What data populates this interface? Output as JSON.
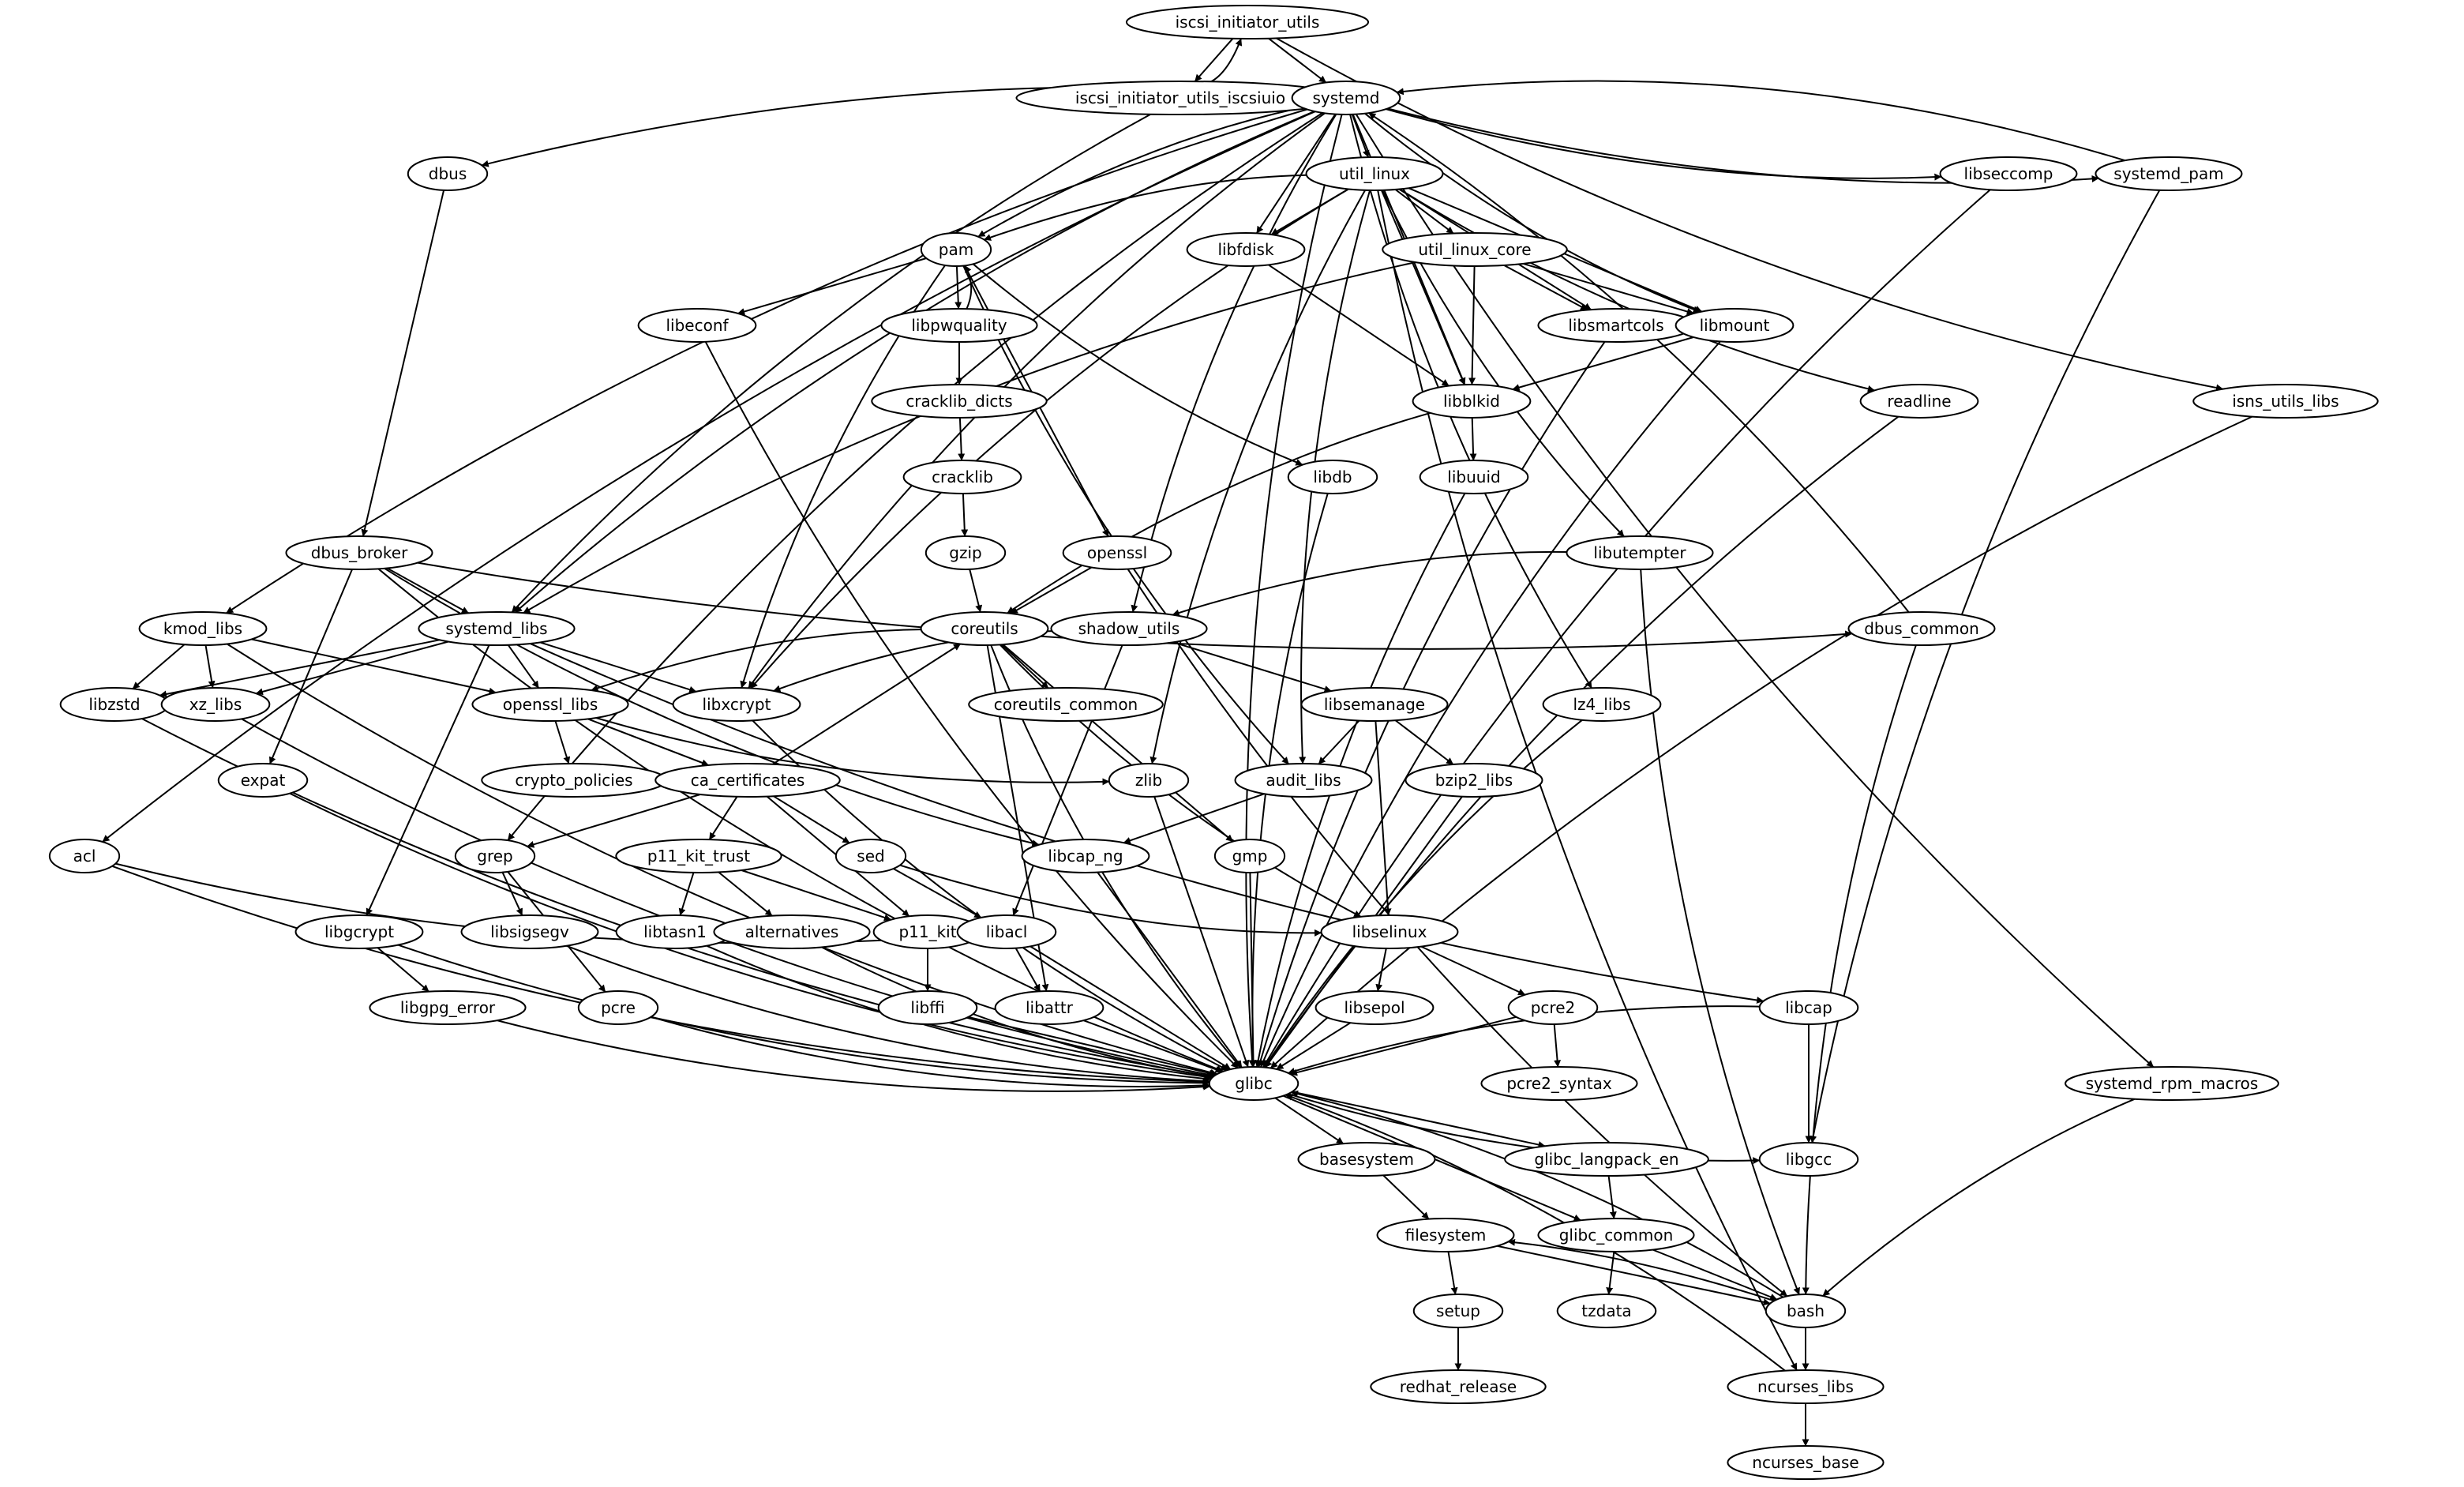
{
  "diagram": {
    "type": "dependency-graph",
    "nodes": [
      {
        "id": "iscsi_initiator_utils",
        "label": "iscsi_initiator_utils"
      },
      {
        "id": "iscsi_initiator_utils_iscsiuio",
        "label": "iscsi_initiator_utils_iscsiuio"
      },
      {
        "id": "systemd",
        "label": "systemd"
      },
      {
        "id": "dbus",
        "label": "dbus"
      },
      {
        "id": "util_linux",
        "label": "util_linux"
      },
      {
        "id": "libseccomp",
        "label": "libseccomp"
      },
      {
        "id": "systemd_pam",
        "label": "systemd_pam"
      },
      {
        "id": "pam",
        "label": "pam"
      },
      {
        "id": "libfdisk",
        "label": "libfdisk"
      },
      {
        "id": "util_linux_core",
        "label": "util_linux_core"
      },
      {
        "id": "libeconf",
        "label": "libeconf"
      },
      {
        "id": "libpwquality",
        "label": "libpwquality"
      },
      {
        "id": "libsmartcols",
        "label": "libsmartcols"
      },
      {
        "id": "libmount",
        "label": "libmount"
      },
      {
        "id": "readline",
        "label": "readline"
      },
      {
        "id": "isns_utils_libs",
        "label": "isns_utils_libs"
      },
      {
        "id": "cracklib_dicts",
        "label": "cracklib_dicts"
      },
      {
        "id": "libblkid",
        "label": "libblkid"
      },
      {
        "id": "cracklib",
        "label": "cracklib"
      },
      {
        "id": "libdb",
        "label": "libdb"
      },
      {
        "id": "libuuid",
        "label": "libuuid"
      },
      {
        "id": "gzip",
        "label": "gzip"
      },
      {
        "id": "openssl",
        "label": "openssl"
      },
      {
        "id": "dbus_broker",
        "label": "dbus_broker"
      },
      {
        "id": "libutempter",
        "label": "libutempter"
      },
      {
        "id": "kmod_libs",
        "label": "kmod_libs"
      },
      {
        "id": "systemd_libs",
        "label": "systemd_libs"
      },
      {
        "id": "coreutils",
        "label": "coreutils"
      },
      {
        "id": "shadow_utils",
        "label": "shadow_utils"
      },
      {
        "id": "dbus_common",
        "label": "dbus_common"
      },
      {
        "id": "libzstd",
        "label": "libzstd"
      },
      {
        "id": "xz_libs",
        "label": "xz_libs"
      },
      {
        "id": "openssl_libs",
        "label": "openssl_libs"
      },
      {
        "id": "libxcrypt",
        "label": "libxcrypt"
      },
      {
        "id": "coreutils_common",
        "label": "coreutils_common"
      },
      {
        "id": "libsemanage",
        "label": "libsemanage"
      },
      {
        "id": "lz4_libs",
        "label": "lz4_libs"
      },
      {
        "id": "expat",
        "label": "expat"
      },
      {
        "id": "crypto_policies",
        "label": "crypto_policies"
      },
      {
        "id": "ca_certificates",
        "label": "ca_certificates"
      },
      {
        "id": "zlib",
        "label": "zlib"
      },
      {
        "id": "audit_libs",
        "label": "audit_libs"
      },
      {
        "id": "bzip2_libs",
        "label": "bzip2_libs"
      },
      {
        "id": "acl",
        "label": "acl"
      },
      {
        "id": "grep",
        "label": "grep"
      },
      {
        "id": "p11_kit_trust",
        "label": "p11_kit_trust"
      },
      {
        "id": "sed",
        "label": "sed"
      },
      {
        "id": "libcap_ng",
        "label": "libcap_ng"
      },
      {
        "id": "gmp",
        "label": "gmp"
      },
      {
        "id": "libgcrypt",
        "label": "libgcrypt"
      },
      {
        "id": "libsigsegv",
        "label": "libsigsegv"
      },
      {
        "id": "libtasn1",
        "label": "libtasn1"
      },
      {
        "id": "alternatives",
        "label": "alternatives"
      },
      {
        "id": "p11_kit",
        "label": "p11_kit"
      },
      {
        "id": "libacl",
        "label": "libacl"
      },
      {
        "id": "libselinux",
        "label": "libselinux"
      },
      {
        "id": "libgpg_error",
        "label": "libgpg_error"
      },
      {
        "id": "pcre",
        "label": "pcre"
      },
      {
        "id": "libffi",
        "label": "libffi"
      },
      {
        "id": "libattr",
        "label": "libattr"
      },
      {
        "id": "libsepol",
        "label": "libsepol"
      },
      {
        "id": "pcre2",
        "label": "pcre2"
      },
      {
        "id": "libcap",
        "label": "libcap"
      },
      {
        "id": "glibc",
        "label": "glibc"
      },
      {
        "id": "pcre2_syntax",
        "label": "pcre2_syntax"
      },
      {
        "id": "systemd_rpm_macros",
        "label": "systemd_rpm_macros"
      },
      {
        "id": "basesystem",
        "label": "basesystem"
      },
      {
        "id": "glibc_langpack_en",
        "label": "glibc_langpack_en"
      },
      {
        "id": "libgcc",
        "label": "libgcc"
      },
      {
        "id": "filesystem",
        "label": "filesystem"
      },
      {
        "id": "glibc_common",
        "label": "glibc_common"
      },
      {
        "id": "setup",
        "label": "setup"
      },
      {
        "id": "tzdata",
        "label": "tzdata"
      },
      {
        "id": "bash",
        "label": "bash"
      },
      {
        "id": "redhat_release",
        "label": "redhat_release"
      },
      {
        "id": "ncurses_libs",
        "label": "ncurses_libs"
      },
      {
        "id": "ncurses_base",
        "label": "ncurses_base"
      }
    ],
    "edges": [
      [
        "iscsi_initiator_utils",
        "systemd"
      ],
      [
        "iscsi_initiator_utils",
        "iscsi_initiator_utils_iscsiuio"
      ],
      [
        "iscsi_initiator_utils",
        "isns_utils_libs"
      ],
      [
        "iscsi_initiator_utils_iscsiuio",
        "iscsi_initiator_utils"
      ],
      [
        "iscsi_initiator_utils_iscsiuio",
        "systemd_libs"
      ],
      [
        "systemd",
        "dbus"
      ],
      [
        "systemd",
        "util_linux"
      ],
      [
        "systemd",
        "libseccomp"
      ],
      [
        "systemd",
        "systemd_pam"
      ],
      [
        "systemd",
        "pam"
      ],
      [
        "systemd",
        "libfdisk"
      ],
      [
        "systemd",
        "libmount"
      ],
      [
        "systemd",
        "libblkid"
      ],
      [
        "systemd",
        "kmod_libs"
      ],
      [
        "systemd",
        "systemd_libs"
      ],
      [
        "systemd",
        "shadow_utils"
      ],
      [
        "systemd",
        "libxcrypt"
      ],
      [
        "systemd",
        "lz4_libs"
      ],
      [
        "systemd",
        "acl"
      ],
      [
        "systemd",
        "grep"
      ],
      [
        "systemd",
        "systemd_rpm_macros"
      ],
      [
        "systemd",
        "glibc"
      ],
      [
        "systemd_pam",
        "systemd"
      ],
      [
        "systemd_pam",
        "libgcc"
      ],
      [
        "dbus",
        "dbus_broker"
      ],
      [
        "util_linux",
        "pam"
      ],
      [
        "util_linux",
        "libfdisk"
      ],
      [
        "util_linux",
        "util_linux_core"
      ],
      [
        "util_linux",
        "libsmartcols"
      ],
      [
        "util_linux",
        "libmount"
      ],
      [
        "util_linux",
        "readline"
      ],
      [
        "util_linux",
        "libblkid"
      ],
      [
        "util_linux",
        "libutempter"
      ],
      [
        "util_linux",
        "audit_libs"
      ],
      [
        "util_linux",
        "zlib"
      ],
      [
        "util_linux",
        "libxcrypt"
      ],
      [
        "util_linux",
        "ncurses_libs"
      ],
      [
        "util_linux_core",
        "libsmartcols"
      ],
      [
        "util_linux_core",
        "libmount"
      ],
      [
        "util_linux_core",
        "libblkid"
      ],
      [
        "util_linux_core",
        "systemd_libs"
      ],
      [
        "pam",
        "libeconf"
      ],
      [
        "pam",
        "libpwquality"
      ],
      [
        "pam",
        "libdb"
      ],
      [
        "pam",
        "openssl"
      ],
      [
        "pam",
        "libxcrypt"
      ],
      [
        "pam",
        "audit_libs"
      ],
      [
        "libpwquality",
        "pam"
      ],
      [
        "libpwquality",
        "cracklib_dicts"
      ],
      [
        "cracklib_dicts",
        "cracklib"
      ],
      [
        "cracklib",
        "gzip"
      ],
      [
        "gzip",
        "coreutils"
      ],
      [
        "libfdisk",
        "libblkid"
      ],
      [
        "libmount",
        "libblkid"
      ],
      [
        "libmount",
        "glibc"
      ],
      [
        "libblkid",
        "libuuid"
      ],
      [
        "libblkid",
        "coreutils"
      ],
      [
        "libsmartcols",
        "glibc"
      ],
      [
        "libuuid",
        "glibc"
      ],
      [
        "readline",
        "glibc"
      ],
      [
        "libseccomp",
        "glibc"
      ],
      [
        "isns_utils_libs",
        "glibc"
      ],
      [
        "libeconf",
        "glibc"
      ],
      [
        "libdb",
        "glibc"
      ],
      [
        "openssl",
        "coreutils"
      ],
      [
        "openssl",
        "bash"
      ],
      [
        "libutempter",
        "shadow_utils"
      ],
      [
        "libutempter",
        "bash"
      ],
      [
        "dbus_broker",
        "systemd_libs"
      ],
      [
        "dbus_broker",
        "expat"
      ],
      [
        "dbus_broker",
        "dbus_common"
      ],
      [
        "dbus_broker",
        "libcap_ng"
      ],
      [
        "dbus_broker",
        "glibc"
      ],
      [
        "dbus_common",
        "systemd"
      ],
      [
        "dbus_common",
        "bash"
      ],
      [
        "kmod_libs",
        "libzstd"
      ],
      [
        "kmod_libs",
        "xz_libs"
      ],
      [
        "kmod_libs",
        "openssl_libs"
      ],
      [
        "kmod_libs",
        "glibc"
      ],
      [
        "systemd_libs",
        "libzstd"
      ],
      [
        "systemd_libs",
        "xz_libs"
      ],
      [
        "systemd_libs",
        "openssl_libs"
      ],
      [
        "systemd_libs",
        "libxcrypt"
      ],
      [
        "systemd_libs",
        "libgcrypt"
      ],
      [
        "systemd_libs",
        "libcap"
      ],
      [
        "coreutils",
        "coreutils_common"
      ],
      [
        "coreutils",
        "openssl_libs"
      ],
      [
        "coreutils",
        "gmp"
      ],
      [
        "coreutils",
        "libattr"
      ],
      [
        "coreutils",
        "libselinux"
      ],
      [
        "coreutils",
        "glibc"
      ],
      [
        "shadow_utils",
        "libsemanage"
      ],
      [
        "shadow_utils",
        "libacl"
      ],
      [
        "shadow_utils",
        "libxcrypt"
      ],
      [
        "openssl_libs",
        "crypto_policies"
      ],
      [
        "openssl_libs",
        "ca_certificates"
      ],
      [
        "openssl_libs",
        "zlib"
      ],
      [
        "libxcrypt",
        "glibc"
      ],
      [
        "libsemanage",
        "audit_libs"
      ],
      [
        "libsemanage",
        "bzip2_libs"
      ],
      [
        "libsemanage",
        "libselinux"
      ],
      [
        "ca_certificates",
        "coreutils"
      ],
      [
        "ca_certificates",
        "grep"
      ],
      [
        "ca_certificates",
        "p11_kit_trust"
      ],
      [
        "ca_certificates",
        "sed"
      ],
      [
        "ca_certificates",
        "p11_kit"
      ],
      [
        "audit_libs",
        "libcap_ng"
      ],
      [
        "zlib",
        "glibc"
      ],
      [
        "bzip2_libs",
        "glibc"
      ],
      [
        "lz4_libs",
        "glibc"
      ],
      [
        "expat",
        "glibc"
      ],
      [
        "libzstd",
        "glibc"
      ],
      [
        "xz_libs",
        "glibc"
      ],
      [
        "acl",
        "libacl"
      ],
      [
        "acl",
        "glibc"
      ],
      [
        "grep",
        "libsigsegv"
      ],
      [
        "grep",
        "pcre"
      ],
      [
        "p11_kit_trust",
        "libtasn1"
      ],
      [
        "p11_kit_trust",
        "alternatives"
      ],
      [
        "p11_kit_trust",
        "p11_kit"
      ],
      [
        "sed",
        "libacl"
      ],
      [
        "sed",
        "libselinux"
      ],
      [
        "libcap_ng",
        "glibc"
      ],
      [
        "gmp",
        "glibc"
      ],
      [
        "libgcrypt",
        "libgpg_error"
      ],
      [
        "libgcrypt",
        "glibc"
      ],
      [
        "libsigsegv",
        "glibc"
      ],
      [
        "libtasn1",
        "glibc"
      ],
      [
        "alternatives",
        "glibc"
      ],
      [
        "p11_kit",
        "libffi"
      ],
      [
        "libacl",
        "libattr"
      ],
      [
        "libacl",
        "glibc"
      ],
      [
        "libselinux",
        "libsepol"
      ],
      [
        "libselinux",
        "pcre2"
      ],
      [
        "libgpg_error",
        "glibc"
      ],
      [
        "pcre",
        "glibc"
      ],
      [
        "libffi",
        "glibc"
      ],
      [
        "libattr",
        "glibc"
      ],
      [
        "libsepol",
        "glibc"
      ],
      [
        "pcre2",
        "glibc"
      ],
      [
        "pcre2",
        "pcre2_syntax"
      ],
      [
        "libcap",
        "glibc"
      ],
      [
        "libcap",
        "libgcc"
      ],
      [
        "glibc",
        "basesystem"
      ],
      [
        "glibc",
        "glibc_langpack_en"
      ],
      [
        "glibc",
        "glibc_common"
      ],
      [
        "glibc",
        "libgcc"
      ],
      [
        "glibc_langpack_en",
        "glibc_common"
      ],
      [
        "basesystem",
        "filesystem"
      ],
      [
        "glibc_common",
        "bash"
      ],
      [
        "glibc_common",
        "tzdata"
      ],
      [
        "filesystem",
        "setup"
      ],
      [
        "filesystem",
        "bash"
      ],
      [
        "setup",
        "redhat_release"
      ],
      [
        "bash",
        "filesystem"
      ],
      [
        "bash",
        "glibc"
      ],
      [
        "bash",
        "ncurses_libs"
      ],
      [
        "ncurses_libs",
        "glibc"
      ],
      [
        "ncurses_libs",
        "ncurses_base"
      ],
      [
        "systemd_rpm_macros",
        "bash"
      ]
    ]
  }
}
